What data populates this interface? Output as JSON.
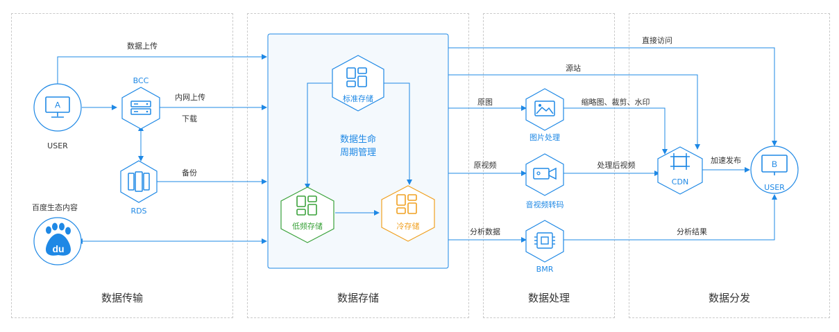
{
  "zones": {
    "transfer": "数据传输",
    "storage": "数据存储",
    "processing": "数据处理",
    "distribution": "数据分发"
  },
  "nodes": {
    "user_a": {
      "letter": "A",
      "label": "USER"
    },
    "bcc": "BCC",
    "rds": "RDS",
    "baidu": {
      "title": "百度生态内容",
      "logo_text": "du"
    },
    "standard": "标准存储",
    "lifecycle_line1": "数据生命",
    "lifecycle_line2": "周期管理",
    "infrequent": "低频存储",
    "cold": "冷存储",
    "image_proc": "图片处理",
    "video_transcode": "音视频转码",
    "bmr": "BMR",
    "cdn": "CDN",
    "user_b": {
      "letter": "B",
      "label": "USER"
    }
  },
  "edges": {
    "upload": "数据上传",
    "intranet_upload": "内网上传",
    "download": "下载",
    "backup": "备份",
    "direct_access": "直接访问",
    "origin": "源站",
    "original_image": "原图",
    "thumb_crop_watermark": "缩略图、裁剪、水印",
    "original_video": "原视频",
    "processed_video": "处理后视频",
    "accelerated": "加速发布",
    "analysis_data": "分析数据",
    "analysis_result": "分析结果"
  },
  "colors": {
    "accent": "#1e88e5",
    "green": "#3aa23a",
    "orange": "#f0a020",
    "storage_bg": "#f4f9fd"
  }
}
